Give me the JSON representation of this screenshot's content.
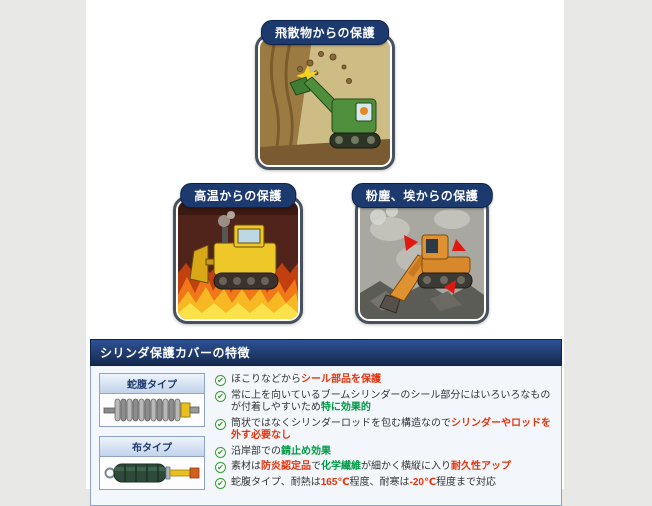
{
  "theme": {
    "page_bg": "#e8e8e6",
    "panel_bg": "#ffffff",
    "navy": "#1c3a6e",
    "red": "#e8340c",
    "green": "#009a44",
    "check_green": "#2f9e2f",
    "text": "#333333"
  },
  "protection_cards": [
    {
      "title": "飛散物からの保護",
      "illustration": "excavator-flying-debris"
    },
    {
      "title": "高温からの保護",
      "illustration": "bulldozer-over-flames"
    },
    {
      "title": "粉塵、埃からの保護",
      "illustration": "excavator-in-dust"
    }
  ],
  "features": {
    "header": "シリンダ保護カバーの特徴",
    "products": [
      {
        "label": "蛇腹タイプ",
        "illustration": "bellows-type-cover"
      },
      {
        "label": "布タイプ",
        "illustration": "cloth-type-cover"
      }
    ],
    "bullets": [
      {
        "segments": [
          {
            "t": "ほこりなどから",
            "c": "d"
          },
          {
            "t": "シール部品を保護",
            "c": "r"
          }
        ]
      },
      {
        "segments": [
          {
            "t": "常に上を向いているブームシリンダーのシール部分にはいろいろなものが付着しやすいため",
            "c": "d"
          },
          {
            "t": "特に効果的",
            "c": "g"
          }
        ]
      },
      {
        "segments": [
          {
            "t": "筒状ではなくシリンダーロッドを包む構造なので",
            "c": "d"
          },
          {
            "t": "シリンダーやロッドを外す必要なし",
            "c": "r"
          }
        ]
      },
      {
        "segments": [
          {
            "t": "沿岸部での",
            "c": "d"
          },
          {
            "t": "錆止め効果",
            "c": "g"
          }
        ]
      },
      {
        "segments": [
          {
            "t": "素材は",
            "c": "d"
          },
          {
            "t": "防炎認定品",
            "c": "r"
          },
          {
            "t": "で",
            "c": "d"
          },
          {
            "t": "化学繊維",
            "c": "g"
          },
          {
            "t": "が細かく横縦に入り",
            "c": "d"
          },
          {
            "t": "耐久性アップ",
            "c": "r"
          }
        ]
      },
      {
        "segments": [
          {
            "t": "蛇腹タイプ、耐熱は",
            "c": "d"
          },
          {
            "t": "165℃",
            "c": "r"
          },
          {
            "t": "程度、耐寒は",
            "c": "d"
          },
          {
            "t": "-20℃",
            "c": "r"
          },
          {
            "t": "程度まで対応",
            "c": "d"
          }
        ]
      }
    ]
  }
}
